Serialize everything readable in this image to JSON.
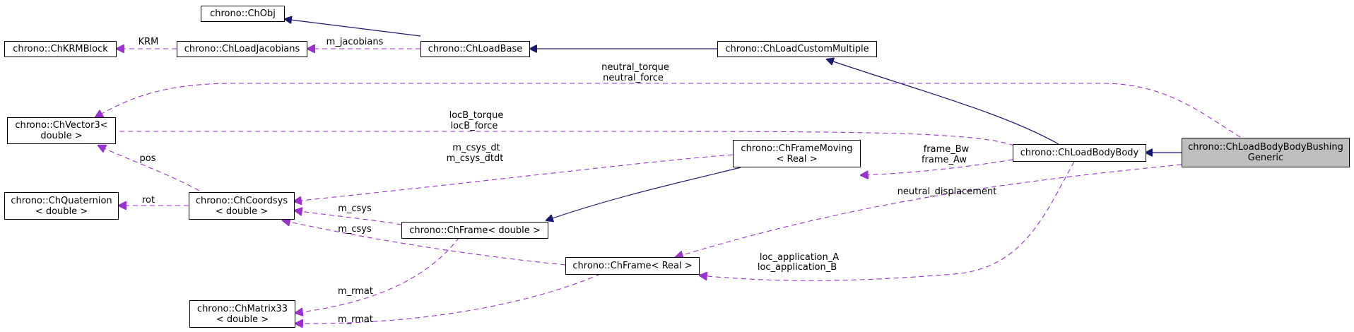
{
  "nodes": {
    "chobj": [
      "chrono::ChObj"
    ],
    "krmblock": [
      "chrono::ChKRMBlock"
    ],
    "loadjacobians": [
      "chrono::ChLoadJacobians"
    ],
    "loadbase": [
      "chrono::ChLoadBase"
    ],
    "loadcustommultiple": [
      "chrono::ChLoadCustomMultiple"
    ],
    "vector3": [
      "chrono::ChVector3<",
      "double >"
    ],
    "quaternion": [
      "chrono::ChQuaternion",
      "< double >"
    ],
    "coordsys": [
      "chrono::ChCoordsys",
      "< double >"
    ],
    "framemoving": [
      "chrono::ChFrameMoving",
      "< Real >"
    ],
    "loadbodybody": [
      "chrono::ChLoadBodyBody"
    ],
    "bushing": [
      "chrono::ChLoadBodyBodyBushing",
      "Generic"
    ],
    "framedouble": [
      "chrono::ChFrame< double >"
    ],
    "framereal": [
      "chrono::ChFrame< Real >"
    ],
    "matrix33": [
      "chrono::ChMatrix33",
      "< double >"
    ]
  },
  "edge_labels": {
    "krm": "KRM",
    "m_jacobians": "m_jacobians",
    "neutral_torque": "neutral_torque",
    "neutral_force": "neutral_force",
    "locB_torque": "locB_torque",
    "locB_force": "locB_force",
    "pos": "pos",
    "m_csys_dt": "m_csys_dt",
    "m_csys_dtdt": "m_csys_dtdt",
    "frame_Bw": "frame_Bw",
    "frame_Aw": "frame_Aw",
    "neutral_displacement": "neutral_displacement",
    "rot": "rot",
    "m_csys_1": "m_csys",
    "m_csys_2": "m_csys",
    "loc_application_A": "loc_application_A",
    "loc_application_B": "loc_application_B",
    "m_rmat_1": "m_rmat",
    "m_rmat_2": "m_rmat"
  },
  "colors": {
    "inheritance": "#191970",
    "usage": "#9a32cd",
    "highlight_fill": "#bfbfbf"
  }
}
